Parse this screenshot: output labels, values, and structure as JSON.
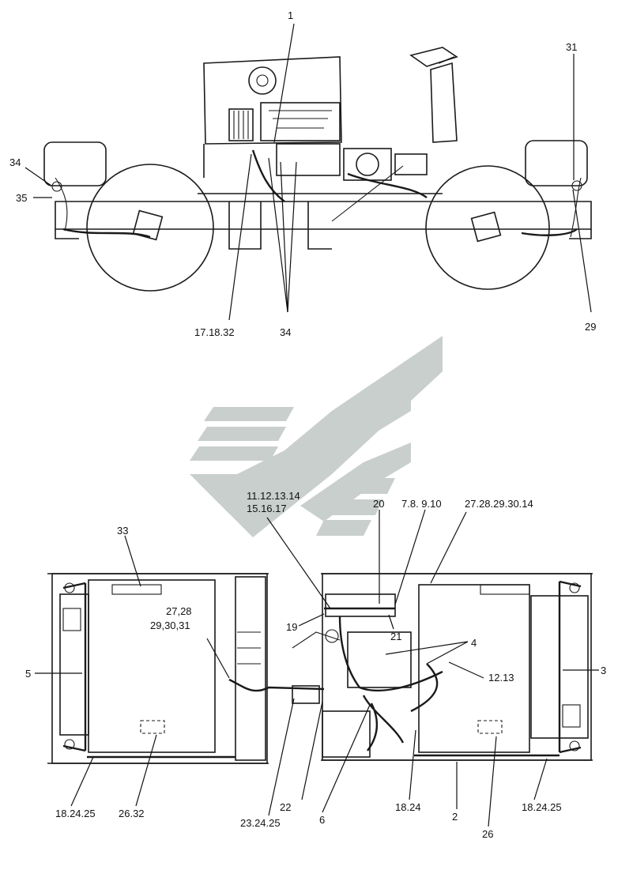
{
  "top_view": {
    "callouts": {
      "c1": "1",
      "c31": "31",
      "c34a": "34",
      "c35": "35",
      "c17": "17.18.32",
      "c34b": "34",
      "c29": "29"
    }
  },
  "bottom_view": {
    "callouts": {
      "c11": "11.12.13.14",
      "c15": "15.16.17",
      "c20": "20",
      "c7": "7.8. 9.10",
      "c27a": "27.28.29.30.14",
      "c33": "33",
      "c27b": "27,28",
      "c29b": "29,30,31",
      "c19": "19",
      "c21": "21",
      "c4": "4",
      "c5": "5",
      "c12": "12.13",
      "c3": "3",
      "c18a": "18.24.25",
      "c26a": "26.32",
      "c23": "23.24.25",
      "c22": "22",
      "c6": "6",
      "c18b": "18.24",
      "c2": "2",
      "c26b": "26",
      "c18c": "18.24.25"
    }
  },
  "icons": {
    "watermark": "stripes-logo-icon"
  },
  "colors": {
    "line": "#1a1a1a",
    "watermark": "#c9cfcd"
  }
}
